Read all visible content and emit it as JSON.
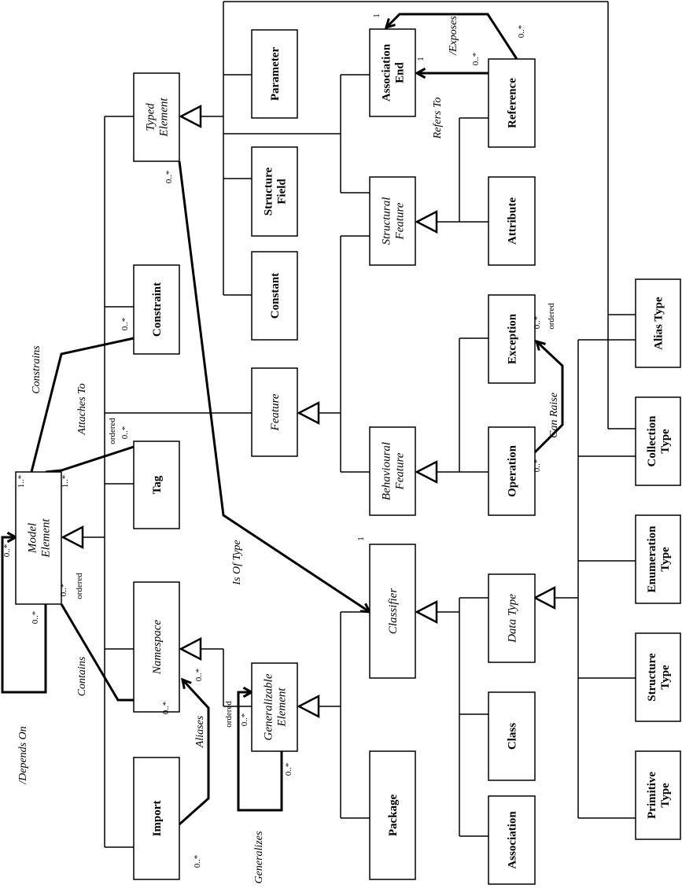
{
  "classes": {
    "model_element": {
      "lines": [
        "Model",
        "Element"
      ],
      "abstract": true
    },
    "namespace": {
      "lines": [
        "Namespace"
      ],
      "abstract": true
    },
    "import": {
      "lines": [
        "Import"
      ],
      "abstract": false
    },
    "tag": {
      "lines": [
        "Tag"
      ],
      "abstract": false
    },
    "constraint": {
      "lines": [
        "Constraint"
      ],
      "abstract": false
    },
    "typed_element": {
      "lines": [
        "Typed",
        "Element"
      ],
      "abstract": true
    },
    "parameter": {
      "lines": [
        "Parameter"
      ],
      "abstract": false
    },
    "structure_field": {
      "lines": [
        "Structure",
        "Field"
      ],
      "abstract": false
    },
    "constant": {
      "lines": [
        "Constant"
      ],
      "abstract": false
    },
    "feature": {
      "lines": [
        "Feature"
      ],
      "abstract": true
    },
    "generalizable_element": {
      "lines": [
        "Generalizable",
        "Element"
      ],
      "abstract": true
    },
    "package": {
      "lines": [
        "Package"
      ],
      "abstract": false
    },
    "classifier": {
      "lines": [
        "Classifier"
      ],
      "abstract": true
    },
    "behavioural_feature": {
      "lines": [
        "Behavioural",
        "Feature"
      ],
      "abstract": true
    },
    "structural_feature": {
      "lines": [
        "Structural",
        "Feature"
      ],
      "abstract": true
    },
    "association_end": {
      "lines": [
        "Association",
        "End"
      ],
      "abstract": false
    },
    "reference": {
      "lines": [
        "Reference"
      ],
      "abstract": false
    },
    "attribute": {
      "lines": [
        "Attribute"
      ],
      "abstract": false
    },
    "exception": {
      "lines": [
        "Exception"
      ],
      "abstract": false
    },
    "operation": {
      "lines": [
        "Operation"
      ],
      "abstract": false
    },
    "data_type": {
      "lines": [
        "Data Type"
      ],
      "abstract": true
    },
    "class": {
      "lines": [
        "Class"
      ],
      "abstract": false
    },
    "association": {
      "lines": [
        "Association"
      ],
      "abstract": false
    },
    "alias_type": {
      "lines": [
        "Alias Type"
      ],
      "abstract": false
    },
    "collection_type": {
      "lines": [
        "Collection",
        "Type"
      ],
      "abstract": false
    },
    "enumeration_type": {
      "lines": [
        "Enumeration",
        "Type"
      ],
      "abstract": false
    },
    "structure_type": {
      "lines": [
        "Structure",
        "Type"
      ],
      "abstract": false
    },
    "primitive_type": {
      "lines": [
        "Primitive",
        "Type"
      ],
      "abstract": false
    }
  },
  "associations": {
    "depends_on": {
      "name": "/Depends On",
      "ends": [
        "0..*",
        "0..*"
      ]
    },
    "contains": {
      "name": "Contains",
      "ends": [
        "0..*",
        "ordered",
        "0..*"
      ]
    },
    "aliases": {
      "name": "Aliases",
      "ends": [
        "0..*",
        "0..*"
      ]
    },
    "generalizes": {
      "name": "Generalizes",
      "ends": [
        "0..*",
        "ordered",
        "0..*"
      ]
    },
    "attaches_to": {
      "name": "Attaches To",
      "ends": [
        "1..*",
        "0..*",
        "ordered"
      ]
    },
    "constrains": {
      "name": "Constrains",
      "ends": [
        "1..*",
        "0..*"
      ]
    },
    "is_of_type": {
      "name": "Is Of Type",
      "ends": [
        "0..*",
        "1"
      ]
    },
    "can_raise": {
      "name": "Can Raise",
      "ends": [
        "0..*",
        "0..*",
        "ordered"
      ]
    },
    "refers_to": {
      "name": "Refers To",
      "ends": [
        "0..*",
        "1"
      ]
    },
    "exposes": {
      "name": "/Exposes",
      "ends": [
        "0..*",
        "1"
      ]
    }
  }
}
